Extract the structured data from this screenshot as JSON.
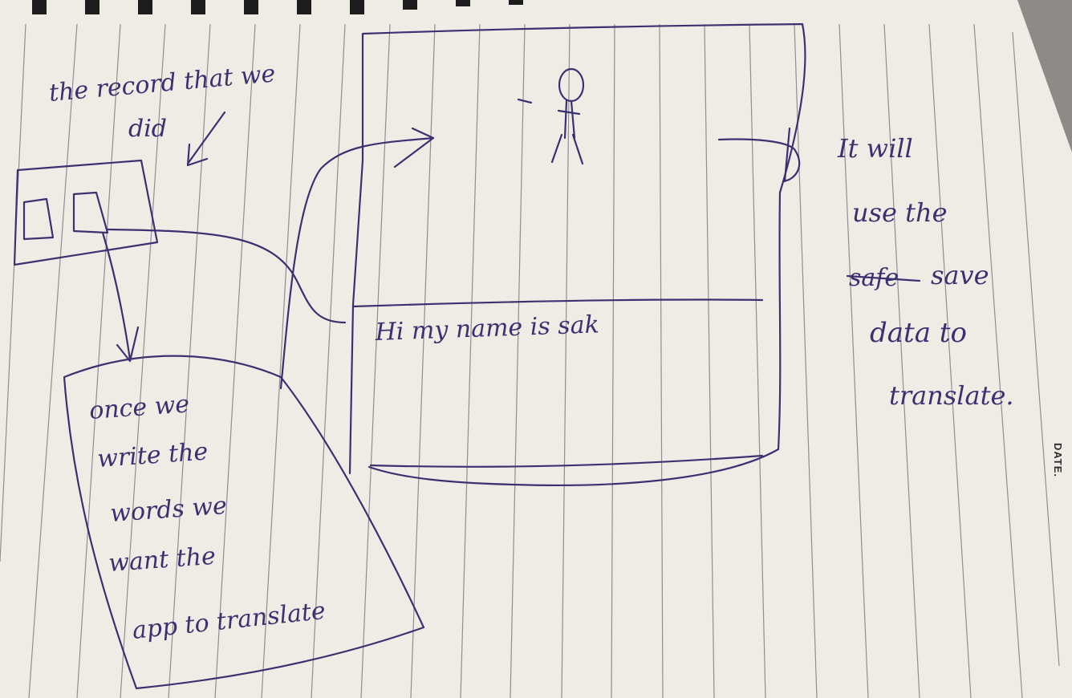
{
  "colors": {
    "paper": "#efece6",
    "rule": "#6f6f76",
    "ink": "#3b3170",
    "spiral": "#1c1c1c",
    "background": "#8d8b88"
  },
  "annotations": {
    "record_note": [
      "the record that we",
      "did"
    ],
    "instruction_note": [
      "once we",
      "write the",
      "words we",
      "want the",
      "app to translate"
    ],
    "right_note": [
      "It will",
      "use the",
      "safe",
      "save",
      "data to",
      "translate."
    ]
  },
  "phone_screen": {
    "input_text": "Hi my name is sak"
  },
  "page_label": {
    "date": "DATE."
  },
  "icons": {
    "person": "stick-figure-icon",
    "record_buttons": "record-button-icon"
  }
}
